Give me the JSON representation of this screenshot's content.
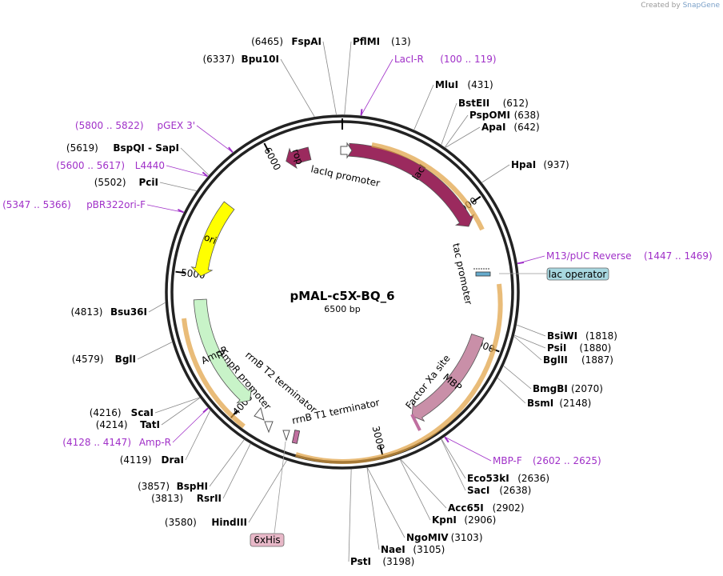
{
  "credit": {
    "prefix": "Created by",
    "brand": "SnapGene"
  },
  "plasmid": {
    "name": "pMAL-c5X-BQ_6",
    "size_label": "6500 bp",
    "length": 6500
  },
  "ticks": [
    {
      "pos": 1000,
      "label": "1000"
    },
    {
      "pos": 2000,
      "label": "2000"
    },
    {
      "pos": 3000,
      "label": "3000"
    },
    {
      "pos": 4000,
      "label": "4000"
    },
    {
      "pos": 5000,
      "label": "5000"
    },
    {
      "pos": 6000,
      "label": "6000"
    }
  ],
  "features": [
    {
      "name": "lacI",
      "start": 50,
      "end": 1130,
      "dir": 1,
      "color": "#9b2a5e",
      "label_inside": "lacI"
    },
    {
      "name": "MBP",
      "start": 1950,
      "end": 2720,
      "dir": 1,
      "color": "#c98fa8",
      "label_inside": "MBP"
    },
    {
      "name": "AmpR",
      "start": 3980,
      "end": 4820,
      "dir": -1,
      "color": "#c8f3c8",
      "label_inside": "AmpR"
    },
    {
      "name": "ori",
      "start": 4990,
      "end": 5550,
      "dir": -1,
      "color": "#ffff00",
      "label_inside": "ori"
    },
    {
      "name": "rop",
      "start": 6080,
      "end": 6260,
      "dir": -1,
      "color": "#9b2a5e",
      "label_inside": "rop"
    }
  ],
  "feature_labels": [
    {
      "text": "lacIq promoter"
    },
    {
      "text": "tac promoter"
    },
    {
      "text": "Factor Xa site"
    },
    {
      "text": "rrnB T1 terminator"
    },
    {
      "text": "rrnB T2 terminator"
    },
    {
      "text": "AmpR promoter"
    }
  ],
  "boxed_labels": [
    {
      "text": "lac operator",
      "color": "#a8d8e0"
    },
    {
      "text": "6xHis",
      "color": "#e8b8c8"
    }
  ],
  "sites_right": [
    {
      "name": "PflMI",
      "pos_label": "(13)",
      "bp": 13
    },
    {
      "name": "MluI",
      "pos_label": "(431)",
      "bp": 431
    },
    {
      "name": "BstEII",
      "pos_label": "(612)",
      "bp": 612
    },
    {
      "name": "PspOMI",
      "pos_label": "(638)",
      "bp": 638
    },
    {
      "name": "ApaI",
      "pos_label": "(642)",
      "bp": 642
    },
    {
      "name": "HpaI",
      "pos_label": "(937)",
      "bp": 937
    },
    {
      "name": "BsiWI",
      "pos_label": "(1818)",
      "bp": 1818
    },
    {
      "name": "PsiI",
      "pos_label": "(1880)",
      "bp": 1880
    },
    {
      "name": "BglII",
      "pos_label": "(1887)",
      "bp": 1887
    },
    {
      "name": "BmgBI",
      "pos_label": "(2070)",
      "bp": 2070
    },
    {
      "name": "BsmI",
      "pos_label": "(2148)",
      "bp": 2148
    },
    {
      "name": "Eco53kI",
      "pos_label": "(2636)",
      "bp": 2636
    },
    {
      "name": "SacI",
      "pos_label": "(2638)",
      "bp": 2638
    },
    {
      "name": "Acc65I",
      "pos_label": "(2902)",
      "bp": 2902
    },
    {
      "name": "KpnI",
      "pos_label": "(2906)",
      "bp": 2906
    },
    {
      "name": "NgoMIV",
      "pos_label": "(3103)",
      "bp": 3103
    },
    {
      "name": "NaeI",
      "pos_label": "(3105)",
      "bp": 3105
    },
    {
      "name": "PstI",
      "pos_label": "(3198)",
      "bp": 3198
    }
  ],
  "sites_left": [
    {
      "name": "FspAI",
      "pos_label": "(6465)",
      "bp": 6465
    },
    {
      "name": "Bpu10I",
      "pos_label": "(6337)",
      "bp": 6337
    },
    {
      "name": "BspQI - SapI",
      "pos_label": "(5619)",
      "bp": 5619
    },
    {
      "name": "PciI",
      "pos_label": "(5502)",
      "bp": 5502
    },
    {
      "name": "Bsu36I",
      "pos_label": "(4813)",
      "bp": 4813
    },
    {
      "name": "BglI",
      "pos_label": "(4579)",
      "bp": 4579
    },
    {
      "name": "ScaI",
      "pos_label": "(4216)",
      "bp": 4216
    },
    {
      "name": "TatI",
      "pos_label": "(4214)",
      "bp": 4214
    },
    {
      "name": "DraI",
      "pos_label": "(4119)",
      "bp": 4119
    },
    {
      "name": "BspHI",
      "pos_label": "(3857)",
      "bp": 3857
    },
    {
      "name": "RsrII",
      "pos_label": "(3813)",
      "bp": 3813
    },
    {
      "name": "HindIII",
      "pos_label": "(3580)",
      "bp": 3580
    }
  ],
  "primers": [
    {
      "name": "LacI-R",
      "range": "(100 .. 119)",
      "bp": 110
    },
    {
      "name": "M13/pUC Reverse",
      "range": "(1447 .. 1469)",
      "bp": 1458
    },
    {
      "name": "MBP-F",
      "range": "(2602 .. 2625)",
      "bp": 2613
    },
    {
      "name": "Amp-R",
      "range": "(4128 .. 4147)",
      "bp": 4137
    },
    {
      "name": "pBR322ori-F",
      "range": "(5347 .. 5366)",
      "bp": 5356
    },
    {
      "name": "L4440",
      "range": "(5600 .. 5617)",
      "bp": 5608
    },
    {
      "name": "pGEX 3'",
      "range": "(5800 .. 5822)",
      "bp": 5811
    }
  ]
}
